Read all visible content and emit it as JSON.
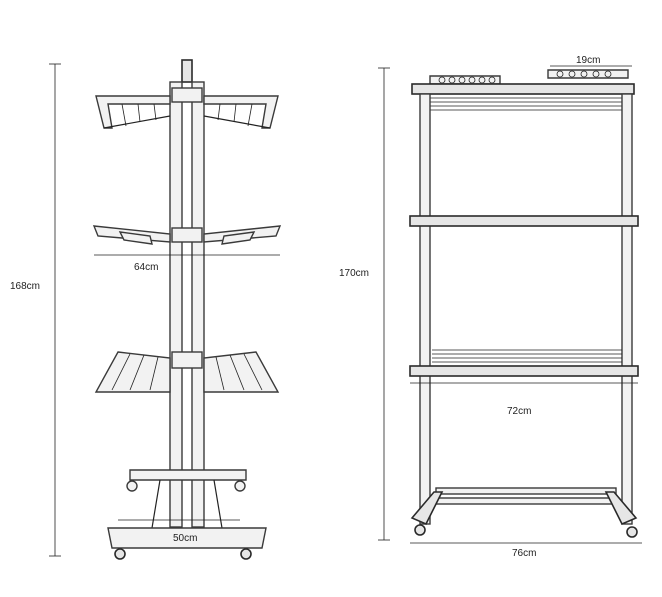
{
  "diagram": {
    "left_view": {
      "height_label": "168cm",
      "shelf_width_label": "64cm",
      "base_width_label": "50cm"
    },
    "right_view": {
      "height_label": "170cm",
      "hook_spacing_label": "19cm",
      "shelf_width_label": "72cm",
      "base_width_label": "76cm"
    }
  }
}
